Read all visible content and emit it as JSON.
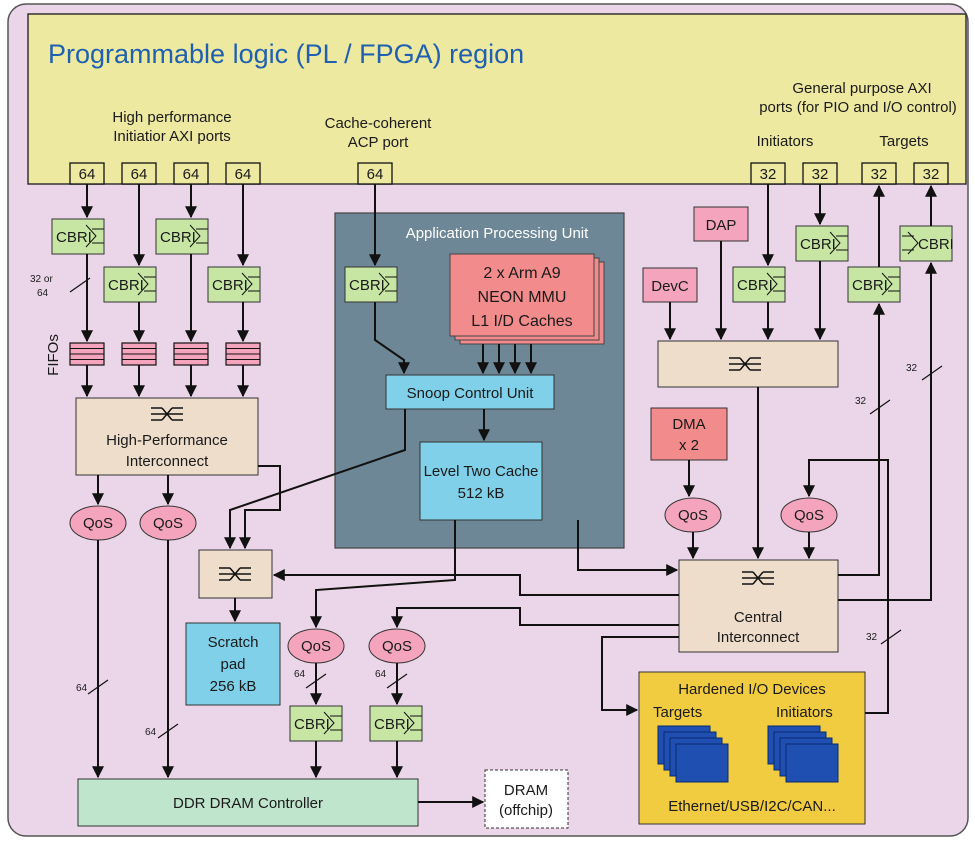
{
  "pl": {
    "title": "Programmable logic (PL / FPGA) region",
    "hp_label": [
      "High performance",
      "Initiatior AXI ports"
    ],
    "acp_label": [
      "Cache-coherent",
      "ACP port"
    ],
    "gp_label": [
      "General purpose AXI",
      "ports (for PIO and I/O control)"
    ],
    "initiators_label": "Initiators",
    "targets_label": "Targets",
    "port_widths": {
      "hp": [
        "64",
        "64",
        "64",
        "64"
      ],
      "acp": "64",
      "gp_init": [
        "32",
        "32"
      ],
      "gp_targ": [
        "32",
        "32"
      ]
    }
  },
  "apu": {
    "title": "Application Processing Unit",
    "cpu_lines": [
      "2 x Arm A9",
      "NEON  MMU",
      "L1 I/D Caches"
    ],
    "scu": "Snoop Control Unit",
    "l2_lines": [
      "Level Two Cache",
      "512 kB"
    ]
  },
  "blocks": {
    "cbri": "CBRI",
    "fifos": "FIFOs",
    "qos": "QoS",
    "hp_ic": [
      "High-Performance",
      "Interconnect"
    ],
    "scratch": [
      "Scratch",
      "pad",
      "256 kB"
    ],
    "ddr": "DDR DRAM Controller",
    "dram": [
      "DRAM",
      "(offchip)"
    ],
    "dap": "DAP",
    "devc": "DevC",
    "dma": [
      "DMA",
      "x 2"
    ],
    "central_ic": [
      "Central",
      "Interconnect"
    ]
  },
  "io": {
    "title": "Hardened I/O Devices",
    "targets": "Targets",
    "initiators": "Initiators",
    "devices": "Ethernet/USB/I2C/CAN..."
  },
  "widths": {
    "w32or64": [
      "32 or",
      "64"
    ],
    "w64": "64",
    "w32": "32"
  },
  "colors": {
    "outer_bg": "#ead6e8",
    "pl_bg": "#ede9a0",
    "apu_bg": "#6e8796",
    "cpu": "#f28b8b",
    "cyan": "#7fd0e8",
    "cbri": "#c7e6a4",
    "interconnect": "#eeddca",
    "qos": "#f4a5bd",
    "ddr": "#bfe5cc",
    "io_bg": "#f2cc40",
    "device": "#1f4fb0"
  }
}
